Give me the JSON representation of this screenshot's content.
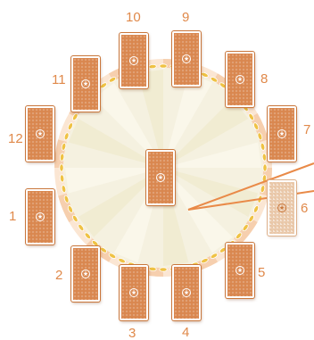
{
  "colors": {
    "card": "#d9874f",
    "label": "#e0894a",
    "ring": "#f7d5b8",
    "bead": "#efc244",
    "pointer": "#e98a48"
  },
  "center_card": {
    "emblem_icon": "star-medallion-icon"
  },
  "positions": [
    {
      "number": "1"
    },
    {
      "number": "2"
    },
    {
      "number": "3"
    },
    {
      "number": "4"
    },
    {
      "number": "5"
    },
    {
      "number": "6",
      "selected": true
    },
    {
      "number": "7"
    },
    {
      "number": "8"
    },
    {
      "number": "9"
    },
    {
      "number": "10"
    },
    {
      "number": "11"
    },
    {
      "number": "12"
    }
  ]
}
